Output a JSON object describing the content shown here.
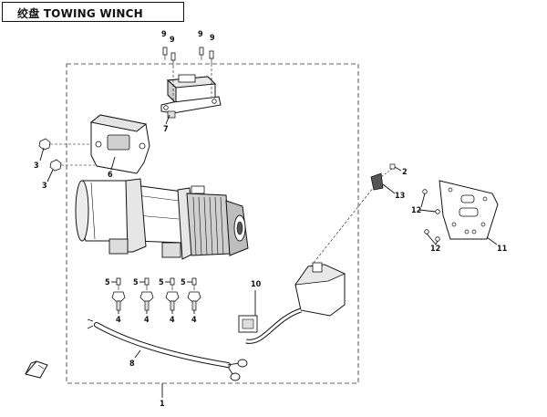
{
  "title": "绞盘 TOWING WINCH",
  "callouts": {
    "c1": "1",
    "c2": "2",
    "c3a": "3",
    "c3b": "3",
    "c4a": "4",
    "c4b": "4",
    "c4c": "4",
    "c4d": "4",
    "c5a": "5",
    "c5b": "5",
    "c5c": "5",
    "c5d": "5",
    "c6": "6",
    "c7": "7",
    "c8": "8",
    "c9a": "9",
    "c9b": "9",
    "c9c": "9",
    "c9d": "9",
    "c10": "10",
    "c11": "11",
    "c12a": "12",
    "c12b": "12",
    "c13": "13"
  }
}
